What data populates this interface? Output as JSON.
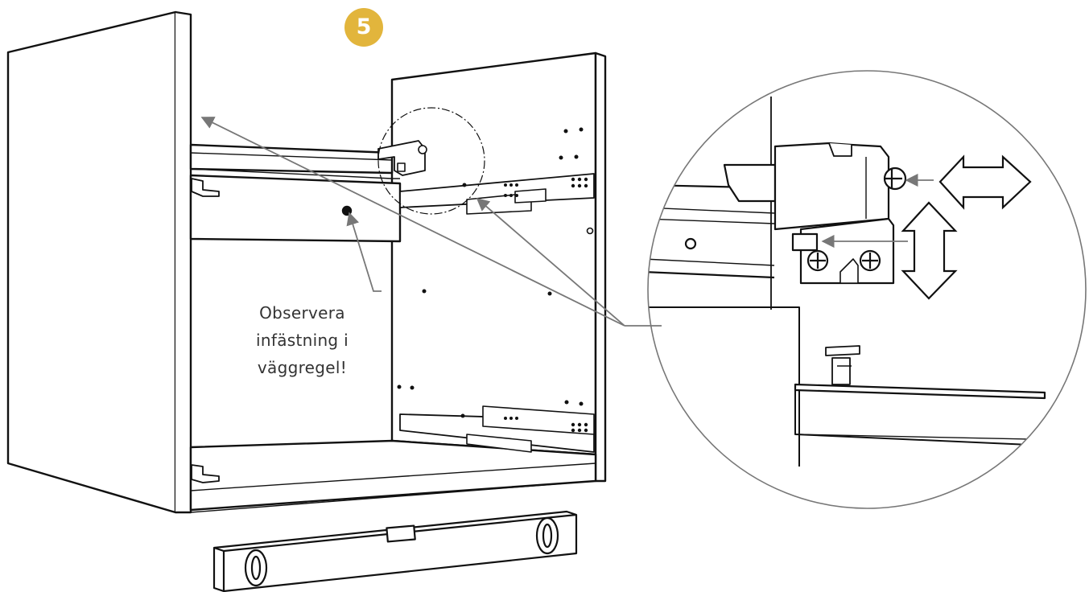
{
  "step": {
    "number": "5",
    "badge_color": "#e2b53c"
  },
  "note": {
    "lines": [
      "Observera",
      "infästning i",
      "väggregel!"
    ]
  },
  "icons": {
    "horizontal_adjust": "double-arrow-horizontal-icon",
    "vertical_adjust": "double-arrow-vertical-icon",
    "spirit_level": "spirit-level-icon"
  },
  "colors": {
    "line": "#111111",
    "pointer": "#777777"
  }
}
